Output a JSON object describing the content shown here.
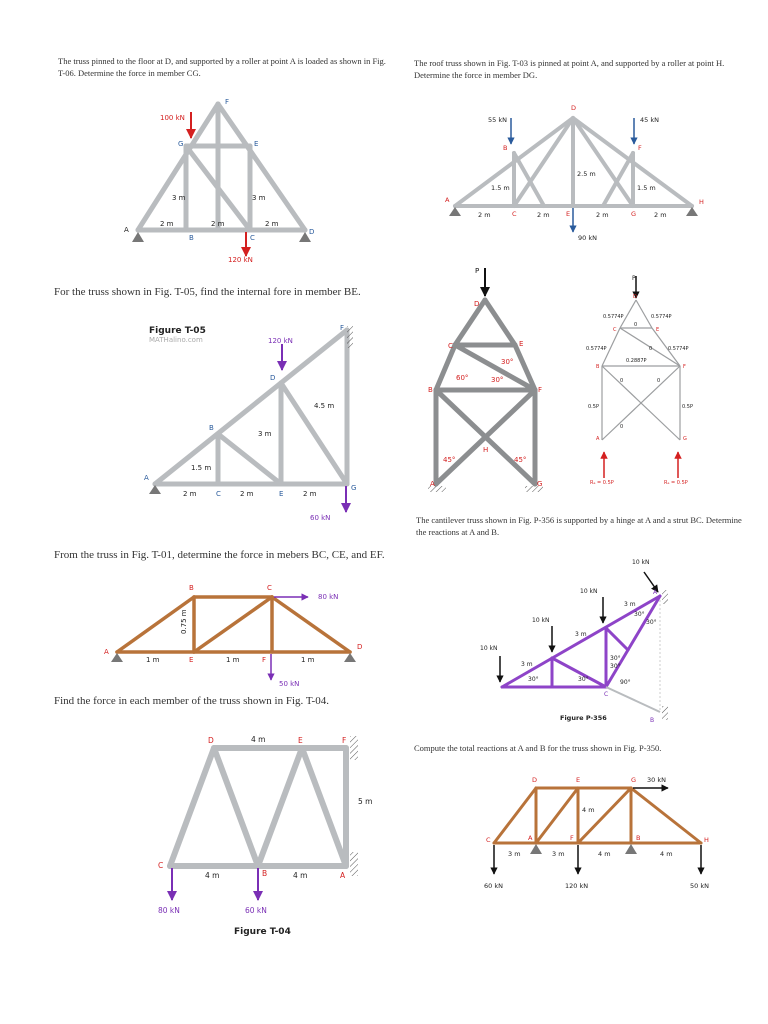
{
  "problems": {
    "t06": "The truss pinned to the floor at D, and supported by a roller at point A is loaded as shown in Fig. T-06. Determine the force in member CG.",
    "t03": "The roof truss shown in Fig. T-03 is pinned at point A, and supported by a roller at point H. Determine the force in member DG.",
    "t05": "For the truss shown in Fig. T-05, find the internal fore in member BE.",
    "p356": "The cantilever truss shown in Fig. P-356 is supported by a hinge at A and a strut BC. Determine the reactions at A and B.",
    "t01": "From the truss in Fig. T-01, determine the force in mebers BC, CE, and EF.",
    "t04": "Find the force in each member of the truss shown in Fig. T-04.",
    "p350": "Compute the total reactions at A and B for the truss shown in Fig. P-350."
  },
  "watermark": "MATHalino.com",
  "colors": {
    "gray_truss": "#b9bcbf",
    "brown_truss": "#b8733a",
    "purple_truss": "#8e44c8",
    "purple_label": "#7a2fb5",
    "red_load": "#d42020",
    "blue_load": "#2a5b9c",
    "dark_load": "#111111",
    "text": "#222222"
  },
  "fig_t06": {
    "nodes": [
      "A",
      "B",
      "C",
      "D",
      "E",
      "F",
      "G"
    ],
    "loads": [
      "100 kN",
      "120 kN"
    ],
    "dims": [
      "3 m",
      "3 m",
      "2 m",
      "2 m",
      "2 m"
    ]
  },
  "fig_t03": {
    "nodes": [
      "A",
      "B",
      "C",
      "D",
      "E",
      "F",
      "G",
      "H"
    ],
    "loads": [
      "55 kN",
      "45 kN",
      "90 kN"
    ],
    "dims": [
      "1.5 m",
      "2.5 m",
      "1.5 m",
      "2 m",
      "2 m",
      "2 m",
      "2 m"
    ]
  },
  "fig_t05": {
    "title": "Figure T-05",
    "nodes": [
      "A",
      "B",
      "C",
      "D",
      "E",
      "F",
      "G"
    ],
    "loads": [
      "120 kN",
      "60 kN"
    ],
    "dims": [
      "1.5 m",
      "3 m",
      "4.5 m",
      "2 m",
      "2 m",
      "2 m"
    ]
  },
  "fig_tower": {
    "load": "P",
    "nodes": [
      "D",
      "C",
      "E",
      "B",
      "F",
      "H",
      "A",
      "G"
    ],
    "angles": [
      "60°",
      "30°",
      "30°",
      "45°",
      "45°"
    ]
  },
  "fig_forces": {
    "load": "P",
    "nodes": [
      "D",
      "C",
      "E",
      "B",
      "F",
      "A",
      "G"
    ],
    "forces": [
      "0.5774P",
      "0.5774P",
      "0.5774P",
      "0.5774P",
      "0.2887P",
      "0",
      "0",
      "0",
      "0",
      "0",
      "0.5P",
      "0.5P"
    ],
    "reactions": [
      "Rₐ = 0.5P",
      "Rₐ = 0.5P"
    ]
  },
  "fig_p356": {
    "title": "Figure P-356",
    "nodes": [
      "A",
      "B",
      "C"
    ],
    "loads": [
      "10 kN",
      "10 kN",
      "10 kN",
      "10 kN"
    ],
    "dims": [
      "3 m",
      "3 m",
      "3 m"
    ],
    "angles": [
      "30°",
      "30°",
      "30°",
      "30°",
      "30°",
      "30°",
      "90°"
    ]
  },
  "fig_t01": {
    "nodes": [
      "A",
      "B",
      "C",
      "D",
      "E",
      "F"
    ],
    "loads": [
      "80 kN",
      "50 kN"
    ],
    "dims": [
      "0.75 m",
      "1 m",
      "1 m",
      "1 m"
    ]
  },
  "fig_t04": {
    "title": "Figure T-04",
    "nodes": [
      "D",
      "E",
      "F",
      "C",
      "B",
      "A"
    ],
    "loads": [
      "80 kN",
      "60 kN"
    ],
    "dims": [
      "4 m",
      "4 m",
      "4 m",
      "5 m"
    ]
  },
  "fig_p350": {
    "nodes": [
      "D",
      "E",
      "G",
      "C",
      "A",
      "F",
      "B",
      "H"
    ],
    "loads": [
      "30 kN",
      "60 kN",
      "120 kN",
      "50 kN"
    ],
    "dims": [
      "4 m",
      "3 m",
      "3 m",
      "4 m",
      "4 m"
    ]
  }
}
